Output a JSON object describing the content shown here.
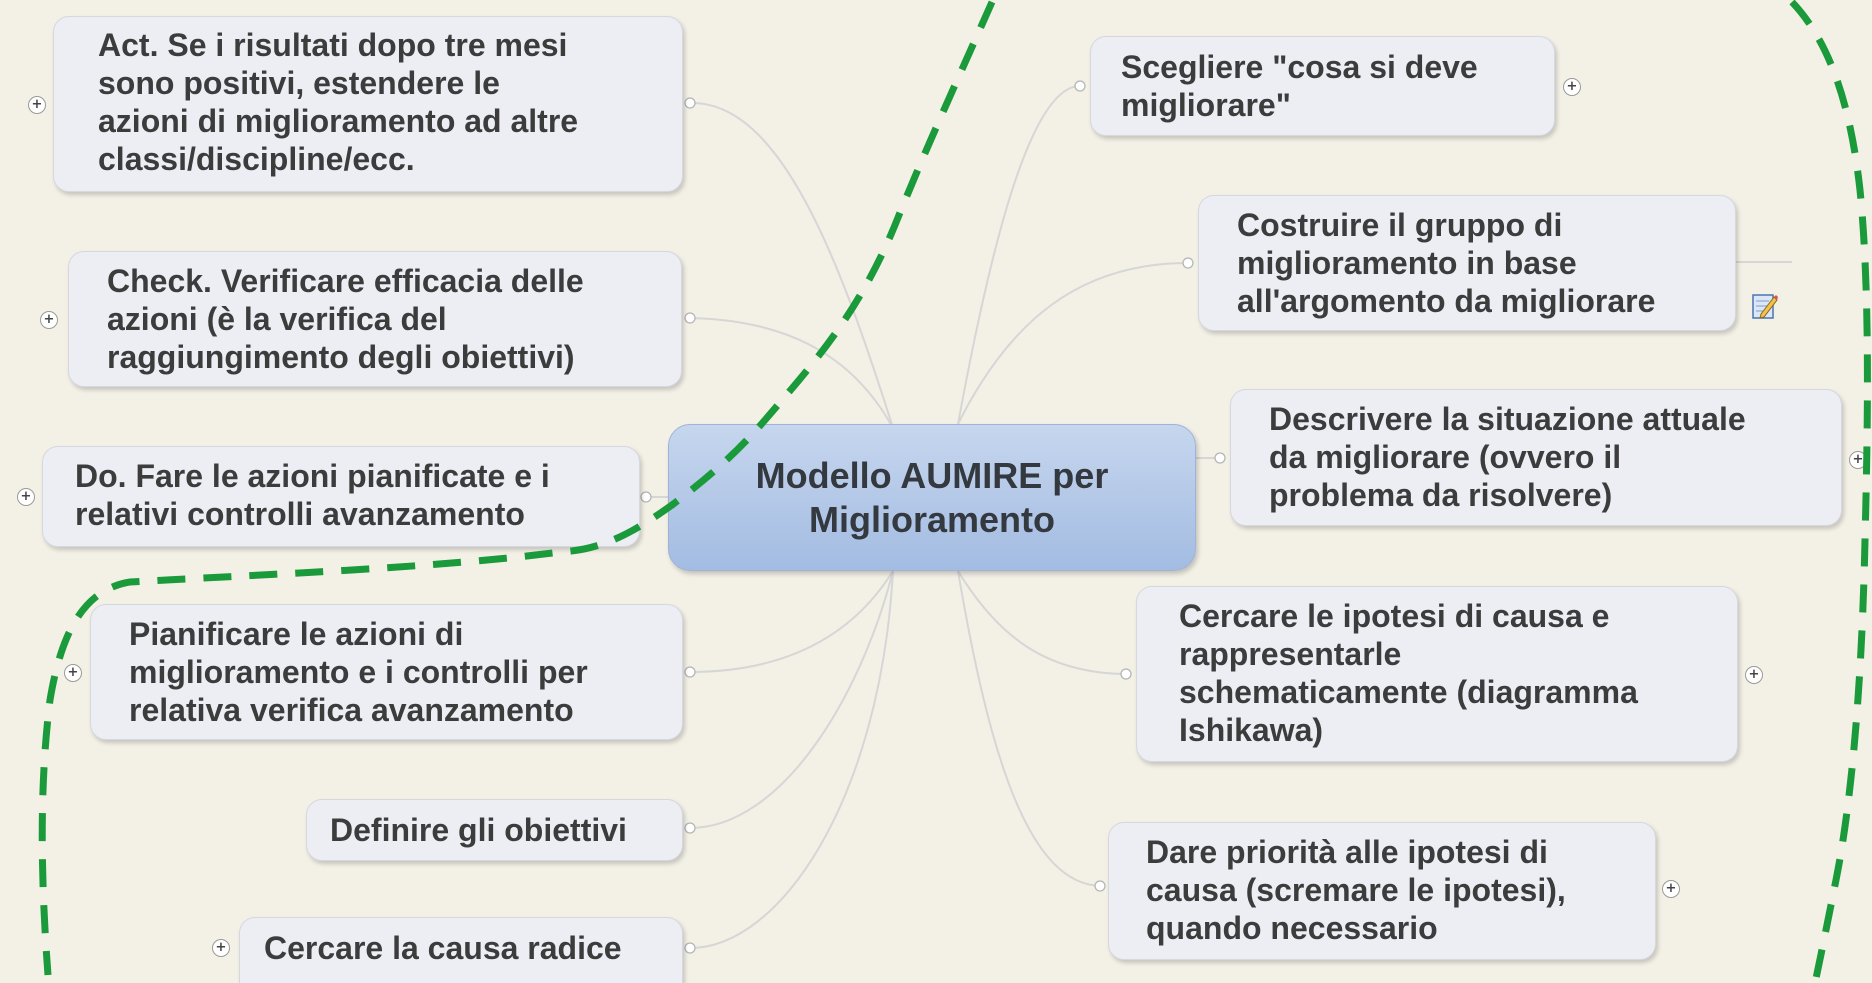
{
  "central_topic": "Modello AUMIRE per\nMiglioramento",
  "left_topics": [
    "Act. Se i risultati dopo tre mesi\nsono positivi, estendere le\nazioni di miglioramento ad altre\nclassi/discipline/ecc.",
    "Check. Verificare efficacia delle\nazioni (è la verifica del\nraggiungimento degli obiettivi)",
    "Do. Fare le azioni pianificate e i\nrelativi controlli avanzamento",
    "Pianificare le azioni di\nmiglioramento e i controlli per\nrelativa verifica avanzamento",
    "Definire gli obiettivi",
    "Cercare la causa radice"
  ],
  "right_topics": [
    "Scegliere \"cosa si deve\nmigliorare\"",
    "Costruire il gruppo di\nmiglioramento in base\nall'argomento da migliorare",
    "Descrivere la situazione attuale\nda migliorare (ovvero il\nproblema da risolvere)",
    "Cercare le ipotesi di causa e\nrappresentarle\nschematicamente (diagramma\nIshikawa)",
    "Dare priorità alle ipotesi di\ncausa (scremare le ipotesi),\nquando necessario"
  ],
  "expand_symbol": "+",
  "icons": {
    "note": "note-pencil-icon",
    "expand": "plus-circle-icon"
  },
  "colors": {
    "background": "#f3f0e6",
    "topic_fill": "#eceef4",
    "central_fill": "#a9c0e3",
    "dashed_boundary": "#1a9a3a",
    "connector": "#d5d5d5"
  }
}
